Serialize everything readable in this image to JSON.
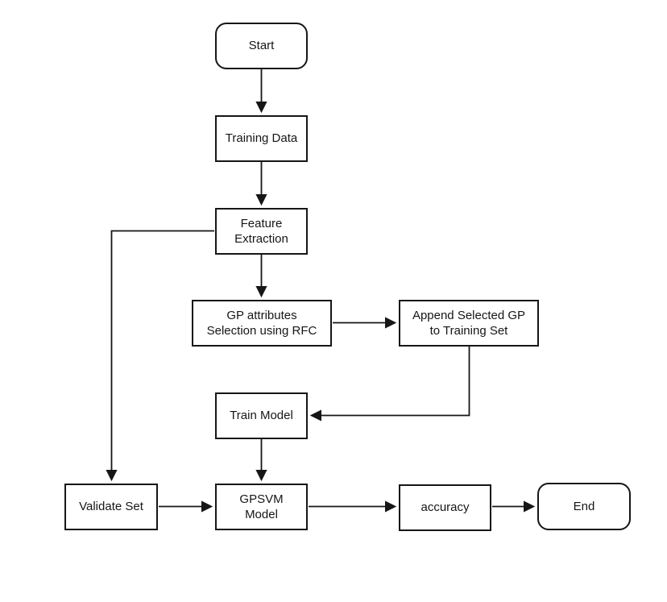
{
  "canvas": {
    "background_color": "#ffffff",
    "line_color": "#161616",
    "text_color": "#161616"
  },
  "diagram": {
    "type": "flowchart",
    "nodes": [
      {
        "id": "start",
        "label": "Start",
        "shape": "rounded"
      },
      {
        "id": "training-data",
        "label": "Training Data",
        "shape": "rect"
      },
      {
        "id": "feature-extraction",
        "label": "Feature\nExtraction",
        "shape": "rect"
      },
      {
        "id": "gp-attributes-selection",
        "label": "GP attributes\nSelection using RFC",
        "shape": "rect"
      },
      {
        "id": "append-selected-gp",
        "label": "Append Selected GP\nto Training Set",
        "shape": "rect"
      },
      {
        "id": "train-model",
        "label": "Train Model",
        "shape": "rect"
      },
      {
        "id": "validate-set",
        "label": "Validate Set",
        "shape": "rect"
      },
      {
        "id": "gpsvm-model",
        "label": "GPSVM\nModel",
        "shape": "rect"
      },
      {
        "id": "accuracy",
        "label": "accuracy",
        "shape": "rect"
      },
      {
        "id": "end",
        "label": "End",
        "shape": "rounded"
      }
    ],
    "edges": [
      {
        "from": "start",
        "to": "training-data"
      },
      {
        "from": "training-data",
        "to": "feature-extraction"
      },
      {
        "from": "feature-extraction",
        "to": "gp-attributes-selection"
      },
      {
        "from": "gp-attributes-selection",
        "to": "append-selected-gp"
      },
      {
        "from": "append-selected-gp",
        "to": "train-model"
      },
      {
        "from": "train-model",
        "to": "gpsvm-model"
      },
      {
        "from": "feature-extraction",
        "to": "validate-set"
      },
      {
        "from": "validate-set",
        "to": "gpsvm-model"
      },
      {
        "from": "gpsvm-model",
        "to": "accuracy"
      },
      {
        "from": "accuracy",
        "to": "end"
      }
    ]
  }
}
